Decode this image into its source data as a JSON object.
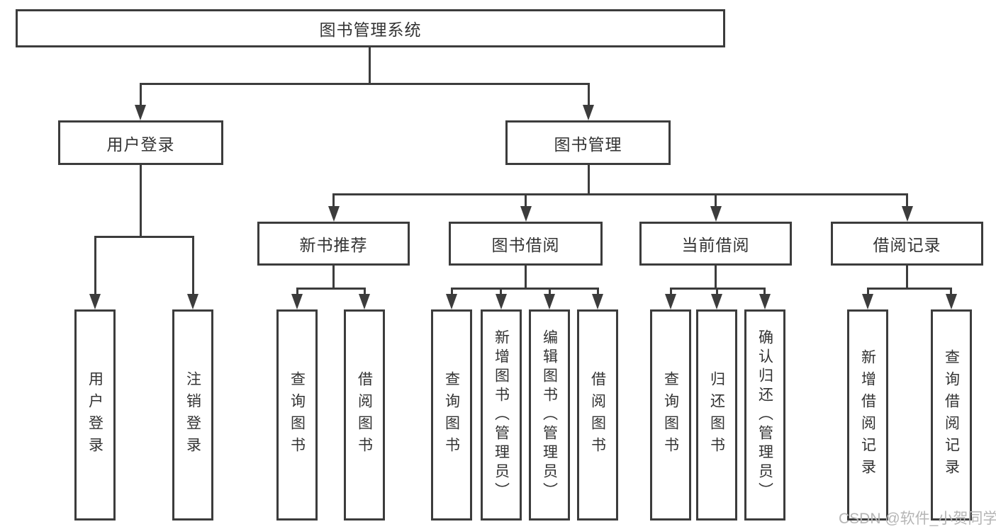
{
  "diagram": {
    "title": "图书管理系统",
    "level2": [
      {
        "label": "用户登录"
      },
      {
        "label": "图书管理"
      }
    ],
    "level3": [
      {
        "label": "新书推荐"
      },
      {
        "label": "图书借阅"
      },
      {
        "label": "当前借阅"
      },
      {
        "label": "借阅记录"
      }
    ],
    "leaves": [
      {
        "label": "用户登录"
      },
      {
        "label": "注销登录"
      },
      {
        "label": "查询图书"
      },
      {
        "label": "借阅图书"
      },
      {
        "label": "查询图书"
      },
      {
        "label": "新增图书（管理员）"
      },
      {
        "label": "编辑图书（管理员）"
      },
      {
        "label": "借阅图书"
      },
      {
        "label": "查询图书"
      },
      {
        "label": "归还图书"
      },
      {
        "label": "确认归还（管理员）"
      },
      {
        "label": "新增借阅记录"
      },
      {
        "label": "查询借阅记录"
      }
    ],
    "watermark": "CSDN @软件_小贺同学"
  },
  "colors": {
    "line-color": "#3c3c3c",
    "text-color": "#333333",
    "watermark-color": "#b5b5b5",
    "bg-color": "#ffffff"
  }
}
